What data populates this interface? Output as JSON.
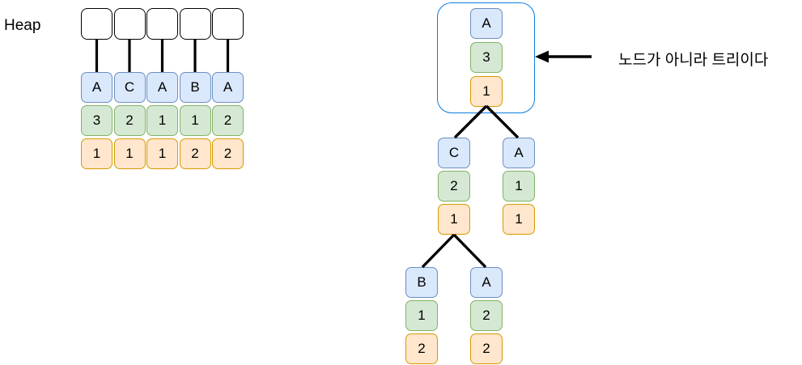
{
  "heap": {
    "title": "Heap",
    "columns": [
      {
        "letter": "A",
        "count": "3",
        "order": "1"
      },
      {
        "letter": "C",
        "count": "2",
        "order": "1"
      },
      {
        "letter": "A",
        "count": "1",
        "order": "1"
      },
      {
        "letter": "B",
        "count": "1",
        "order": "2"
      },
      {
        "letter": "A",
        "count": "2",
        "order": "2"
      }
    ]
  },
  "tree": {
    "root": {
      "letter": "A",
      "count": "3",
      "order": "1"
    },
    "children": [
      {
        "letter": "C",
        "count": "2",
        "order": "1"
      },
      {
        "letter": "A",
        "count": "1",
        "order": "1"
      }
    ],
    "grandchildren": [
      {
        "letter": "B",
        "count": "1",
        "order": "2"
      },
      {
        "letter": "A",
        "count": "2",
        "order": "2"
      }
    ]
  },
  "annotation": {
    "text": "노드가 아니라 트리이다"
  },
  "colors": {
    "letter_fill": "#dae8fc",
    "letter_border": "#6c8ebf",
    "count_fill": "#d5e8d4",
    "count_border": "#82b366",
    "order_fill": "#ffe6cc",
    "order_border": "#d79b00",
    "tree_outline": "#0c7de0",
    "connector": "#000000",
    "slot_border": "#000000"
  }
}
